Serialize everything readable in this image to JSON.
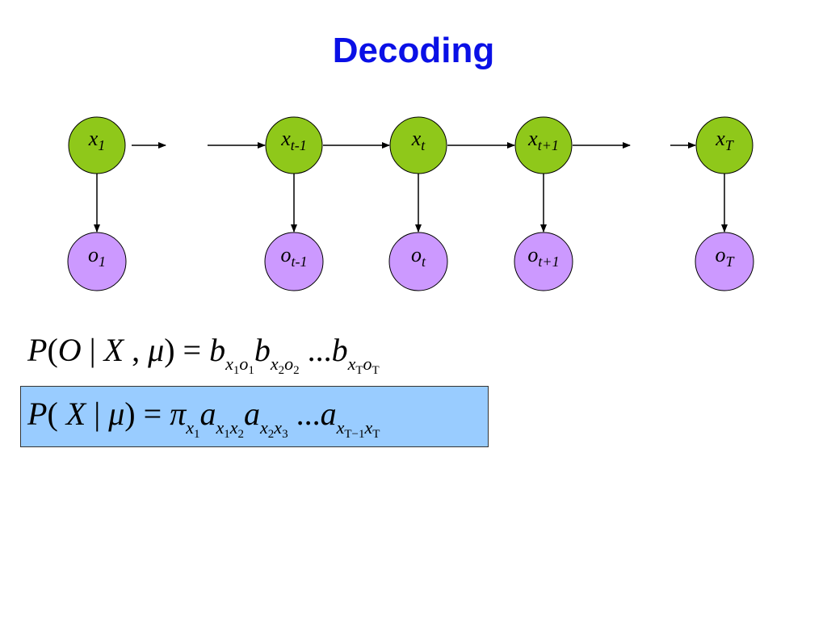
{
  "slide": {
    "title": "Decoding"
  },
  "colors": {
    "title": "#0a10e6",
    "hidden_node": "#8fc81a",
    "observed_node": "#cc99ff",
    "formula_box": "#99ccff"
  },
  "diagram": {
    "hidden_nodes": [
      {
        "base": "x",
        "sub": "1"
      },
      {
        "base": "x",
        "sub": "t-1"
      },
      {
        "base": "x",
        "sub": "t"
      },
      {
        "base": "x",
        "sub": "t+1"
      },
      {
        "base": "x",
        "sub": "T"
      }
    ],
    "observed_nodes": [
      {
        "base": "o",
        "sub": "1"
      },
      {
        "base": "o",
        "sub": "t-1"
      },
      {
        "base": "o",
        "sub": "t"
      },
      {
        "base": "o",
        "sub": "t+1"
      },
      {
        "base": "o",
        "sub": "T"
      }
    ]
  },
  "formulas": {
    "observation": {
      "lhs": "P(O | X, μ) =",
      "terms": [
        {
          "base": "b",
          "sub": "x₁o₁"
        },
        {
          "base": "b",
          "sub": "x₂o₂"
        },
        {
          "base": "...b",
          "sub": "x_T o_T"
        }
      ]
    },
    "transition": {
      "lhs": "P(X | μ) =",
      "terms": [
        {
          "base": "π",
          "sub": "x₁"
        },
        {
          "base": "a",
          "sub": "x₁x₂"
        },
        {
          "base": "a",
          "sub": "x₂x₃"
        },
        {
          "base": "...a",
          "sub": "x_{T−1}x_T"
        }
      ]
    }
  }
}
